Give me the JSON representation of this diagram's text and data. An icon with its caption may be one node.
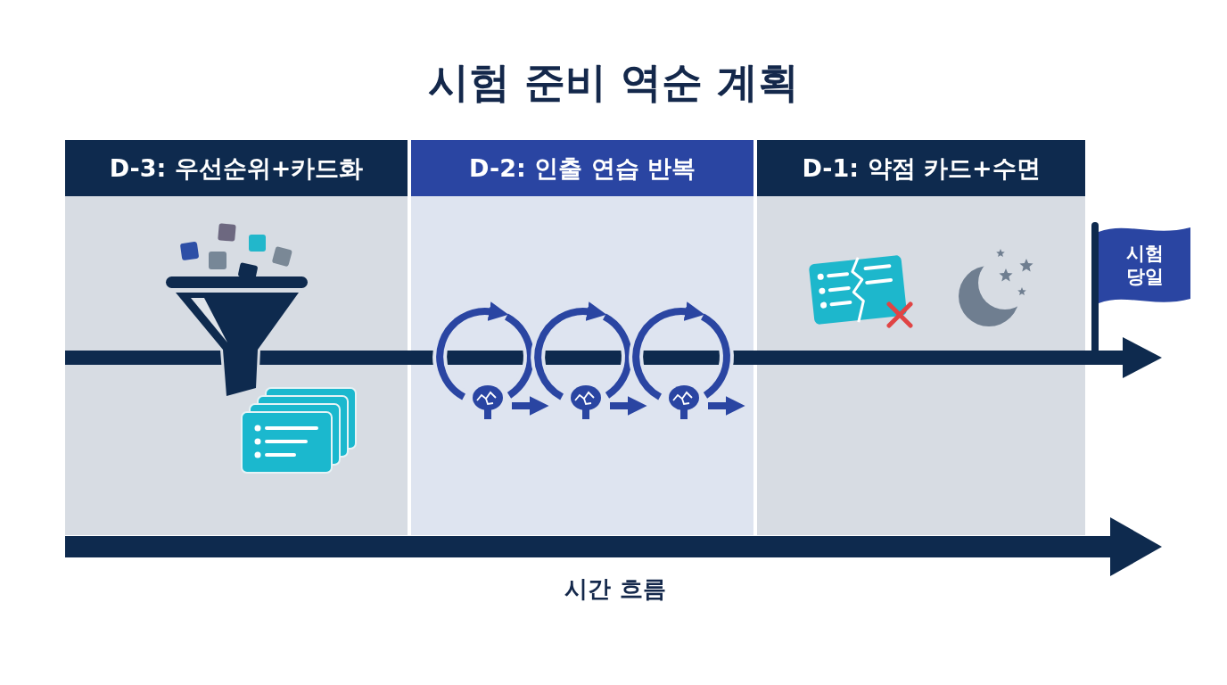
{
  "diagram": {
    "title": "시험 준비 역순 계획",
    "nodes": [
      {
        "text": [
          "D-3: 우선순위+카드화"
        ]
      },
      {
        "text": [
          "D-2: 인출 연습 반복"
        ]
      },
      {
        "text": [
          "D-1: 약점 카드+수면"
        ]
      },
      {
        "text": [
          "시험 당일"
        ]
      }
    ],
    "edges": [
      {
        "from": 0,
        "to": 1,
        "arrow": "none"
      },
      {
        "from": 1,
        "to": 2,
        "arrow": "none"
      },
      {
        "from": 2,
        "to": 3,
        "arrow": "to"
      }
    ],
    "labels": [
      "시간 흐름"
    ]
  }
}
